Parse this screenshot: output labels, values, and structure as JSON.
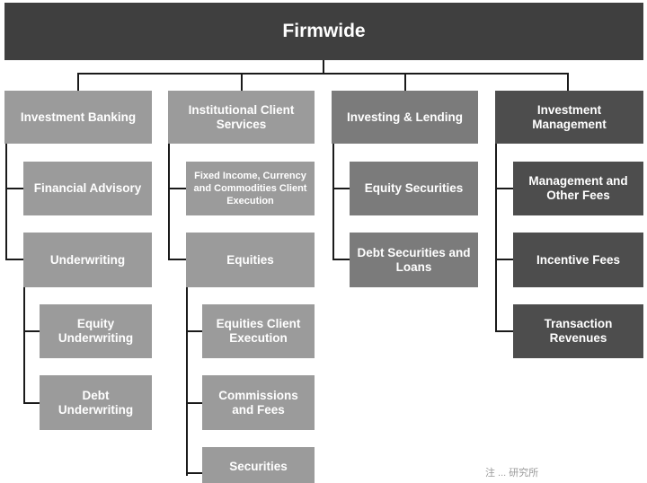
{
  "root": "Firmwide",
  "columns": [
    {
      "header": "Investment Banking",
      "children": [
        {
          "label": "Financial Advisory"
        },
        {
          "label": "Underwriting",
          "children": [
            "Equity Underwriting",
            "Debt Underwriting"
          ]
        }
      ]
    },
    {
      "header": "Institutional Client Services",
      "children": [
        {
          "label": "Fixed Income, Currency and Commodities Client Execution"
        },
        {
          "label": "Equities",
          "children": [
            "Equities Client Execution",
            "Commissions and Fees",
            "Securities"
          ]
        }
      ]
    },
    {
      "header": "Investing & Lending",
      "children": [
        {
          "label": "Equity Securities"
        },
        {
          "label": "Debt Securities and Loans"
        }
      ]
    },
    {
      "header": "Investment Management",
      "children": [
        {
          "label": "Management and Other Fees"
        },
        {
          "label": "Incentive Fees"
        },
        {
          "label": "Transaction Revenues"
        }
      ]
    }
  ],
  "watermark": "注 ... 研究所",
  "colors": {
    "top": "#3f3f3f",
    "light": "#9b9b9b",
    "mid": "#7b7b7b",
    "dark": "#4d4d4d",
    "line": "#1a1a1a"
  }
}
